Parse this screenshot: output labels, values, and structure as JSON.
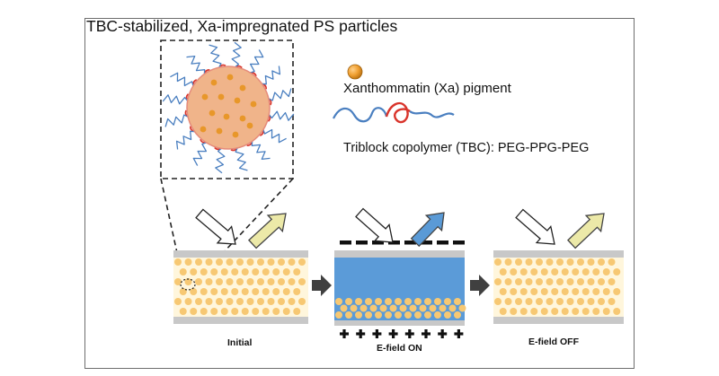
{
  "title": "TBC-stabilized, Xa-impregnated PS particles",
  "legend": {
    "xa_label": "Xanthommatin (Xa) pigment",
    "tbc_label": "Triblock copolymer (TBC): PEG-PPG-PEG"
  },
  "states": {
    "initial": "Initial",
    "on": "E-field ON",
    "off": "E-field OFF"
  },
  "colors": {
    "particle_fill": "#f0b48a",
    "pigment_dot": "#e8972a",
    "peg_chain": "#4a7fc0",
    "ppg_chain": "#d9342b",
    "cell_fill": "#fff6dc",
    "cell_dot": "#f7c873",
    "field_on_fill": "#5b9bd8",
    "reflected_arrow_fill": "#ece9a8",
    "reflected_on_arrow_fill": "#5a9ad6",
    "electrode": "#c8c8c8"
  },
  "icons": {
    "incident": "hollow-arrow-icon",
    "reflected": "filled-arrow-icon",
    "process": "process-arrow-icon"
  }
}
